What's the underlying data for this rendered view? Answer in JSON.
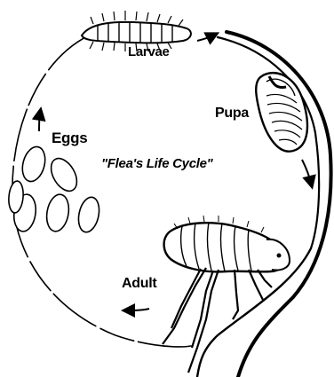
{
  "title": "\"Flea's Life Cycle\"",
  "stages": {
    "larvae": "Larvae",
    "pupa": "Pupa",
    "eggs": "Eggs",
    "adult": "Adult"
  },
  "colors": {
    "ink": "#000000",
    "paper": "#ffffff"
  },
  "icons": [
    "larva-icon",
    "pupa-icon",
    "egg-icon",
    "adult-flea-icon",
    "cycle-arrow-icon"
  ]
}
